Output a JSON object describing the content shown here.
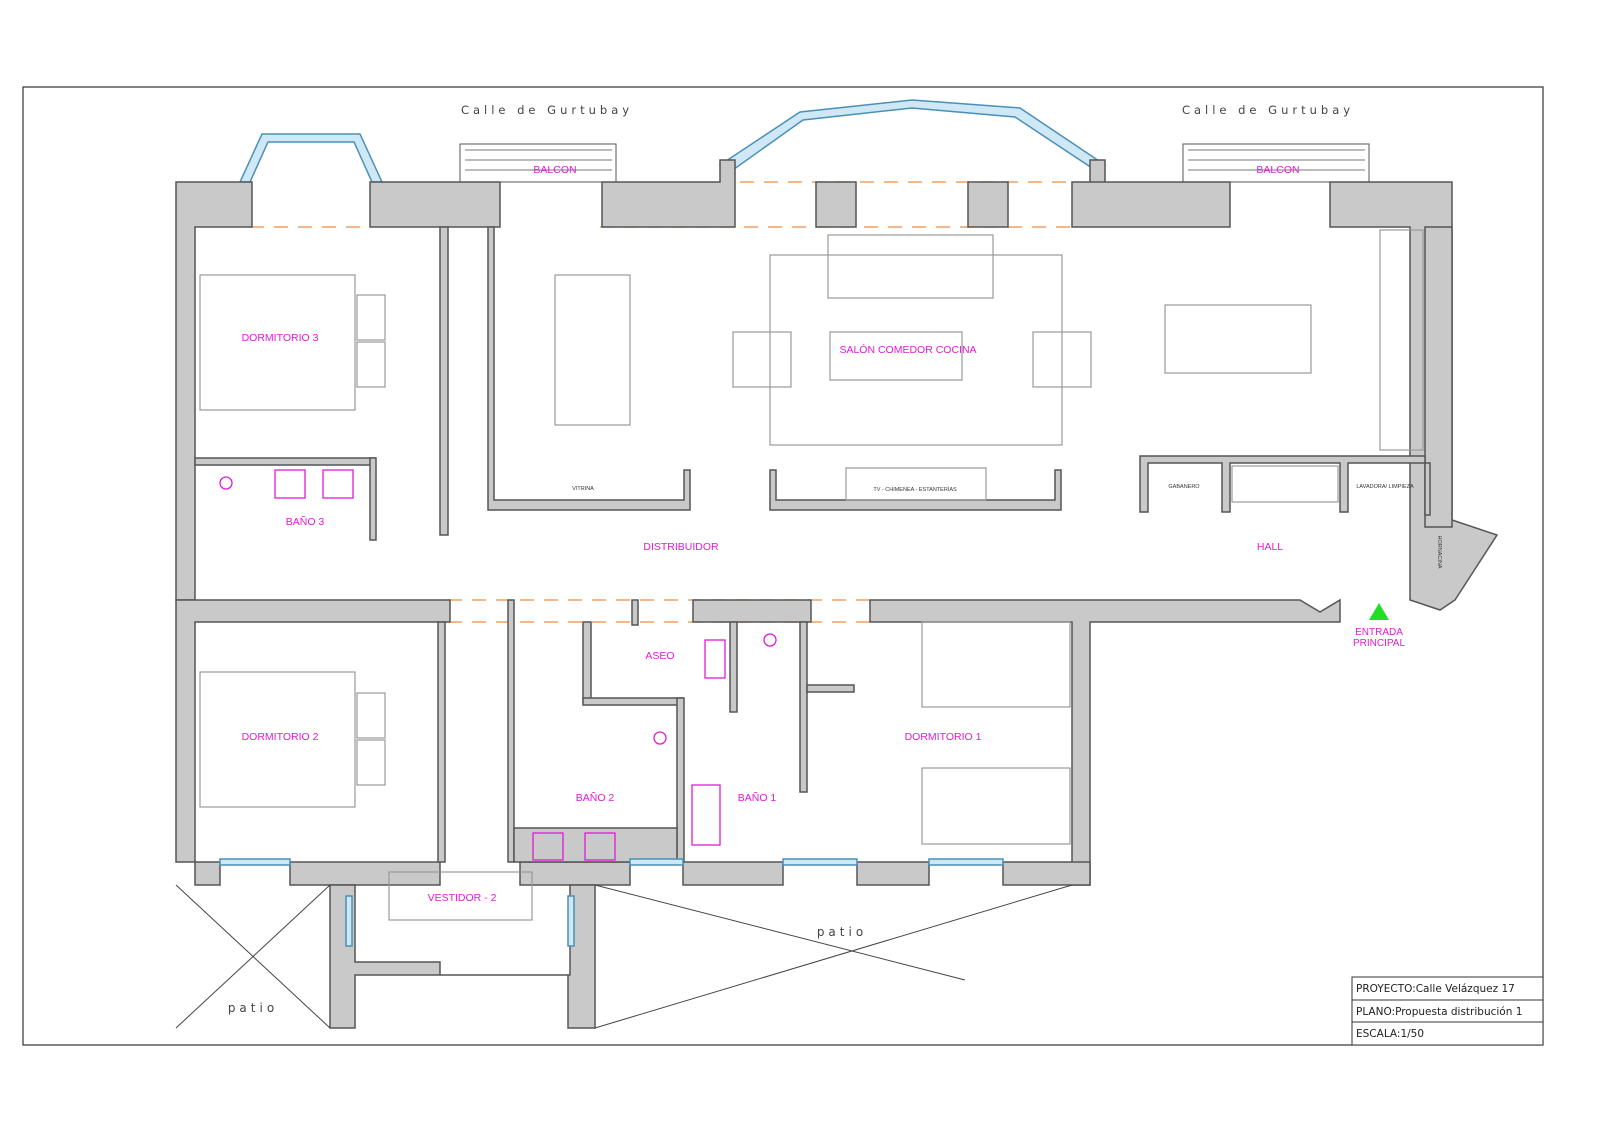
{
  "streets": {
    "left": "Calle de Gurtubay",
    "right": "Calle de Gurtubay"
  },
  "rooms": {
    "dormitorio3": "DORMITORIO 3",
    "salon": "SALÓN COMEDOR COCINA",
    "balcon_left": "BALCON",
    "balcon_right": "BALCON",
    "bano3": "BAÑO 3",
    "distribuidor": "DISTRIBUIDOR",
    "hall": "HALL",
    "aseo": "ASEO",
    "dormitorio2": "DORMITORIO 2",
    "bano2": "BAÑO 2",
    "bano1": "BAÑO 1",
    "dormitorio1": "DORMITORIO 1",
    "vestidor": "VESTIDOR - 2"
  },
  "furniture_labels": {
    "vitrina": "VITRINA",
    "tv": "TV - CHIMENEA - ESTANTERÍAS",
    "gabanero": "GABANERO",
    "lavadora": "LAVADORA/ LIMPIEZA",
    "hornacina": "HORNACINA"
  },
  "entrance": {
    "line1": "ENTRADA",
    "line2": "PRINCIPAL"
  },
  "patios": {
    "left": "patio",
    "right": "patio"
  },
  "title_block": {
    "proyecto": "PROYECTO:Calle Velázquez 17",
    "plano": "PLANO:Propuesta distribución 1",
    "escala": "ESCALA:1/50"
  },
  "colors": {
    "label": "#e21bd6",
    "wall": "#c9c9c9",
    "entrance": "#22dd22"
  }
}
